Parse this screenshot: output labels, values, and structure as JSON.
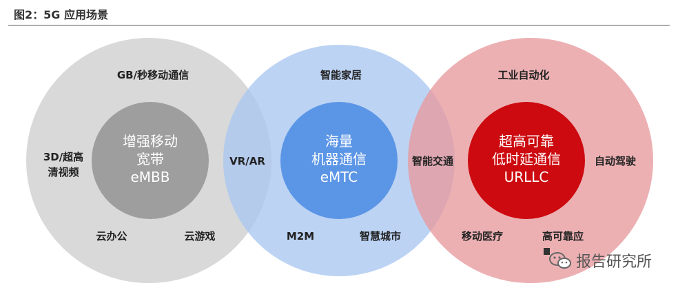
{
  "figure": {
    "title": "图2：5G 应用场景"
  },
  "colors": {
    "gray_outer": "#d6d6d6",
    "gray_core": "#9e9e9e",
    "blue_outer": "#a9c6f1",
    "blue_core": "#5b95e6",
    "red_outer": "#e79a9d",
    "red_core": "#cc0a0f"
  },
  "circles": {
    "embb": {
      "core_lines": [
        "增强移动",
        "宽带",
        "eMBB"
      ],
      "top": "GB/秒移动通信",
      "left_lines": [
        "3D/超高",
        "清视频"
      ],
      "bottom_left": "云办公",
      "bottom_right": "云游戏"
    },
    "mmtc": {
      "core_lines": [
        "海量",
        "机器通信",
        "eMTC"
      ],
      "top": "智能家居",
      "bottom_left": "M2M",
      "bottom_right": "智慧城市"
    },
    "urllc": {
      "core_lines": [
        "超高可靠",
        "低时延通信",
        "URLLC"
      ],
      "top": "工业自动化",
      "right": "自动驾驶",
      "bottom_left": "移动医疗",
      "bottom_right": "高可靠应"
    }
  },
  "overlaps": {
    "embb_mmtc": "VR/AR",
    "mmtc_urllc": "智能交通"
  },
  "watermark": {
    "text": "报告研究所",
    "icon": "wechat-icon"
  }
}
